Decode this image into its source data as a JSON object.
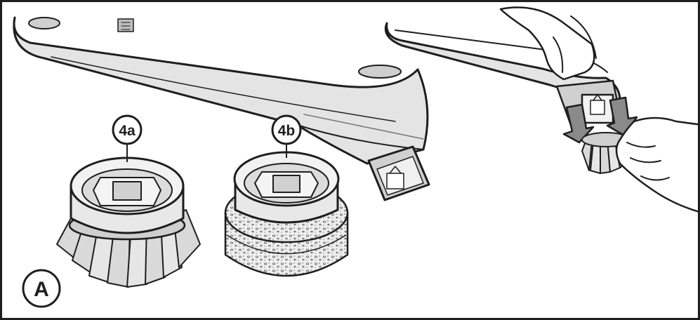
{
  "figure": {
    "panel_label": "A",
    "callouts": [
      {
        "id": "4a",
        "label": "4a"
      },
      {
        "id": "4b",
        "label": "4b"
      }
    ]
  },
  "colors": {
    "line": "#1e1e1e",
    "handle_fill": "#e4e4e4",
    "handle_shade": "#bdbdbd",
    "bristle_fill": "#d9d9d9",
    "sponge_fill": "#eeeeee",
    "arrow_fill": "#8a8a8a"
  }
}
